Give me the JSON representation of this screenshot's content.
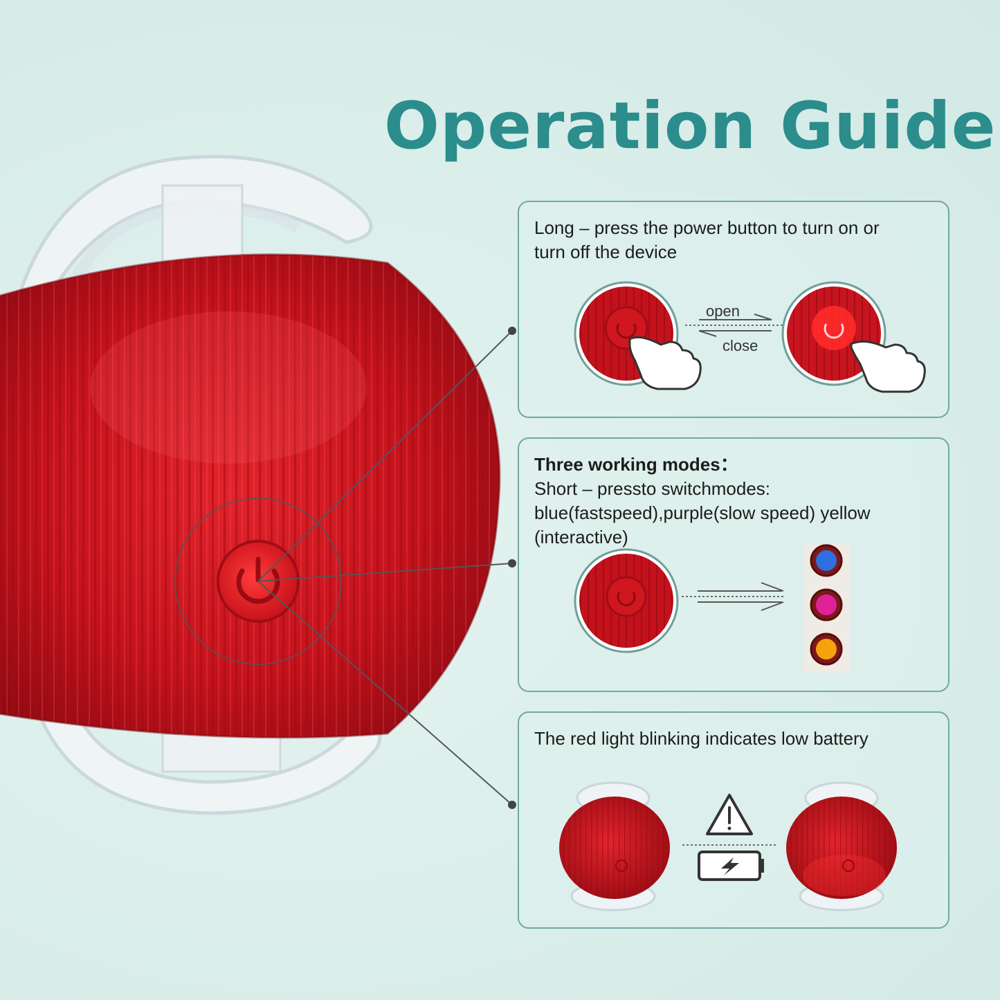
{
  "title": "Operation Guide",
  "panels": [
    {
      "text_lines": [
        "Long – press the power button to turn on or",
        "turn off the device"
      ],
      "arrow_open": "open",
      "arrow_close": "close"
    },
    {
      "heading": "Three working modes：",
      "text_lines": [
        "Short – pressto switchmodes:",
        "blue(fastspeed),purple(slow speed) yellow",
        "(interactive)"
      ],
      "mode_colors": [
        "#2f6fe0",
        "#e0219a",
        "#f5a20c"
      ]
    },
    {
      "text_lines": [
        "The red light blinking indicates low battery"
      ]
    }
  ],
  "colors": {
    "accent": "#2b8d8c",
    "ball_red": "#c8141e",
    "panel_border": "#6fa9a4"
  },
  "icons": [
    "power-icon",
    "hand-pointer-icon",
    "warning-icon",
    "battery-charging-icon"
  ]
}
